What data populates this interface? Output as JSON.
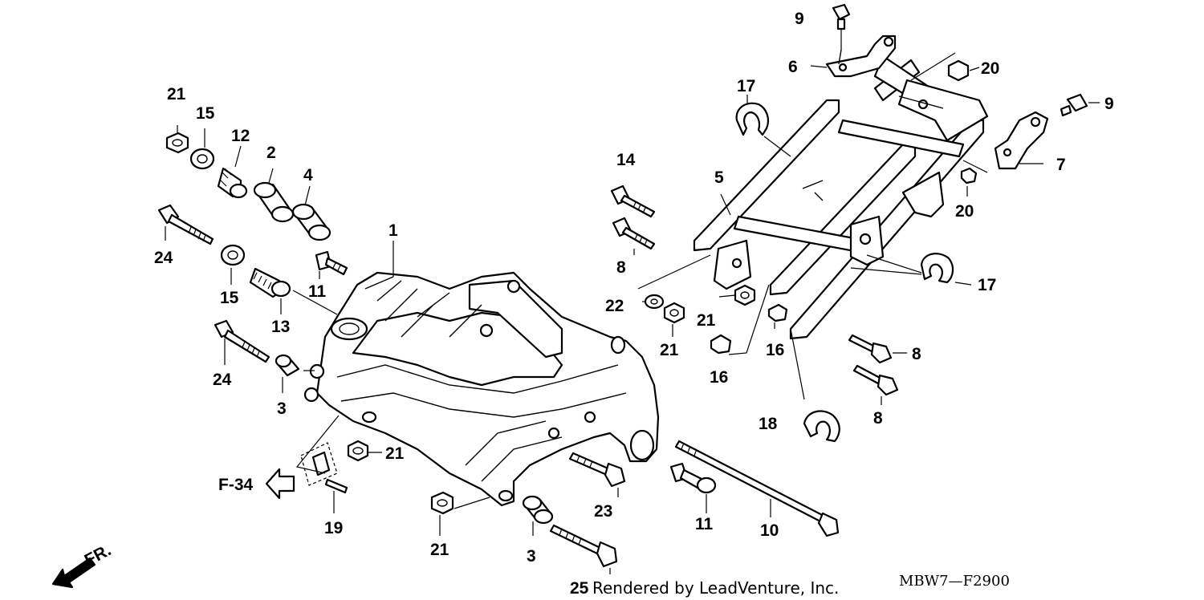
{
  "labels": {
    "p21_a": "21",
    "p15_a": "15",
    "p12": "12",
    "p2": "2",
    "p4": "4",
    "p24_a": "24",
    "p15_b": "15",
    "p11_a": "11",
    "p13": "13",
    "p1": "1",
    "p24_b": "24",
    "p3_a": "3",
    "p21_b": "21",
    "p19": "19",
    "p21_c": "21",
    "p3_b": "3",
    "p25": "25",
    "p23": "23",
    "p11_b": "11",
    "p10": "10",
    "p14": "14",
    "p8_a": "8",
    "p22": "22",
    "p21_d": "21",
    "p21_e": "21",
    "p16_a": "16",
    "p16_b": "16",
    "p5": "5",
    "p17_a": "17",
    "p17_b": "17",
    "p18": "18",
    "p8_b": "8",
    "p8_c": "8",
    "p9_a": "9",
    "p6": "6",
    "p20_a": "20",
    "p9_b": "9",
    "p7": "7",
    "p20_b": "20"
  },
  "reference": "F-34",
  "direction": "FR.",
  "credit": "Rendered by LeadVenture, Inc.",
  "diagram_code": "MBW7—F2900"
}
